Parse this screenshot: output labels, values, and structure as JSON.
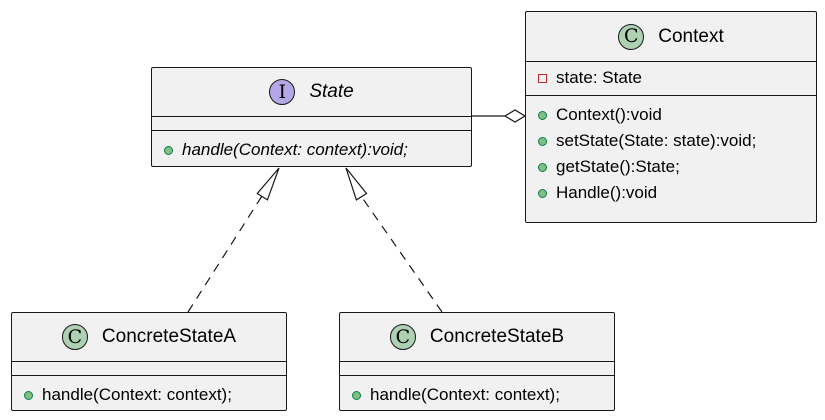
{
  "classes": {
    "state": {
      "kind": "I",
      "name": "State",
      "methods": [
        "handle(Context: context):void;"
      ]
    },
    "context": {
      "kind": "C",
      "name": "Context",
      "fields": [
        "state: State"
      ],
      "methods": [
        "Context():void",
        "setState(State: state):void;",
        "getState():State;",
        "Handle():void"
      ]
    },
    "concrete_a": {
      "kind": "C",
      "name": "ConcreteStateA",
      "methods": [
        "handle(Context: context);"
      ]
    },
    "concrete_b": {
      "kind": "C",
      "name": "ConcreteStateB",
      "methods": [
        "handle(Context: context);"
      ]
    }
  },
  "colors": {
    "class_badge": "#add1b2",
    "interface_badge": "#b4a7e5",
    "box_fill": "#f1f1f1",
    "public_dot": "#84be84",
    "private_marker": "#c82930",
    "line": "#181818"
  }
}
